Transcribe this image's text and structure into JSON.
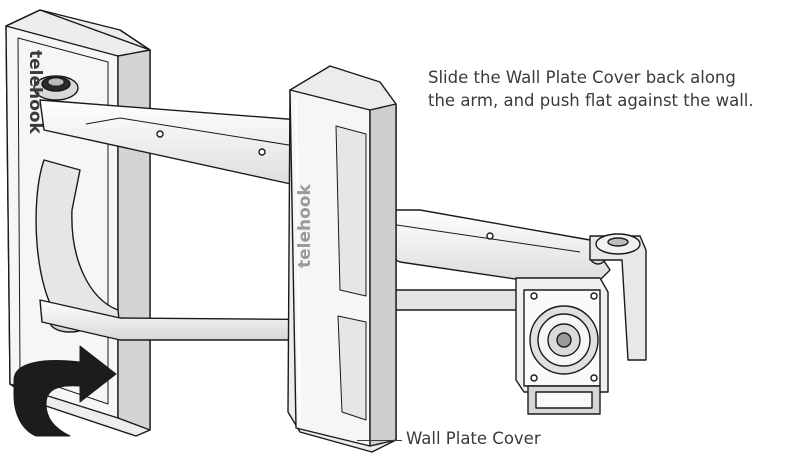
{
  "instruction": {
    "line1": "Slide the Wall Plate Cover back along",
    "line2": "the arm, and push flat against the wall."
  },
  "callout": {
    "label": "Wall Plate Cover"
  },
  "brand": {
    "text": "telehook"
  },
  "colors": {
    "stroke": "#1a1a1a",
    "fill_light": "#f2f2f2",
    "fill_mid": "#dcdcdc",
    "fill_dark": "#9a9a9a",
    "arrow": "#1c1c1c",
    "text": "#3a3a3a"
  },
  "icons": [
    "wall-plate",
    "wall-plate-cover",
    "articulating-arm",
    "mount-head",
    "push-direction-arrow"
  ]
}
